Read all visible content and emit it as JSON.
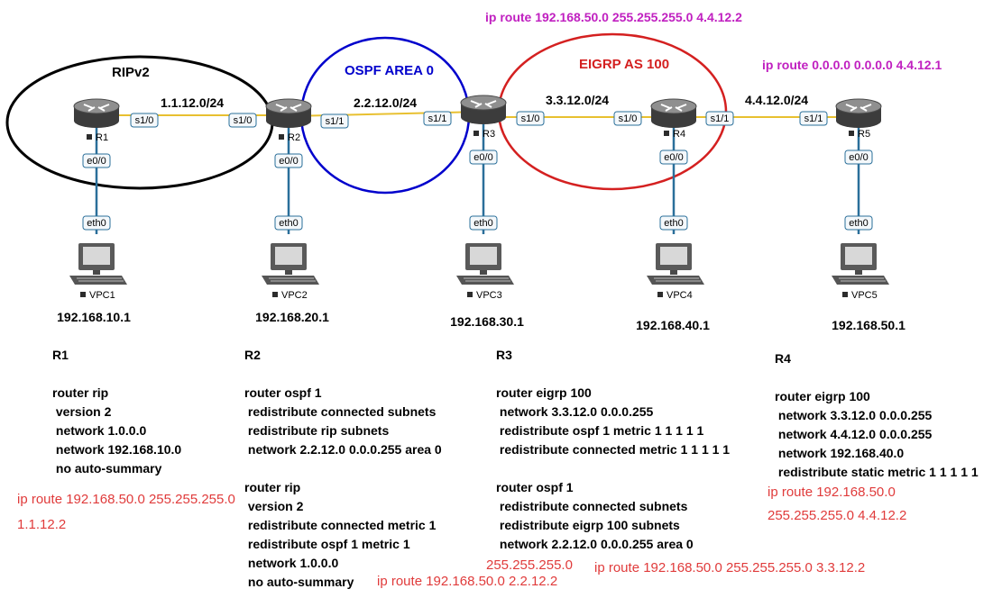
{
  "areas": {
    "rip": {
      "label": "RIPv2",
      "color": "#000000"
    },
    "ospf": {
      "label": "OSPF AREA 0",
      "color": "#0000cc"
    },
    "eigrp": {
      "label": "EIGRP AS 100",
      "color": "#d42020"
    }
  },
  "links": [
    {
      "subnet": "1.1.12.0/24",
      "if_a": "s1/0",
      "if_b": "s1/0"
    },
    {
      "subnet": "2.2.12.0/24",
      "if_a": "s1/1",
      "if_b": "s1/1"
    },
    {
      "subnet": "3.3.12.0/24",
      "if_a": "s1/0",
      "if_b": "s1/0"
    },
    {
      "subnet": "4.4.12.0/24",
      "if_a": "s1/1",
      "if_b": "s1/1"
    }
  ],
  "routers": [
    {
      "name": "R1",
      "eth": "e0/0",
      "pc": "VPC1",
      "pc_eth": "eth0",
      "ip": "192.168.10.1"
    },
    {
      "name": "R2",
      "eth": "e0/0",
      "pc": "VPC2",
      "pc_eth": "eth0",
      "ip": "192.168.20.1"
    },
    {
      "name": "R3",
      "eth": "e0/0",
      "pc": "VPC3",
      "pc_eth": "eth0",
      "ip": "192.168.30.1"
    },
    {
      "name": "R4",
      "eth": "e0/0",
      "pc": "VPC4",
      "pc_eth": "eth0",
      "ip": "192.168.40.1"
    },
    {
      "name": "R5",
      "eth": "e0/0",
      "pc": "VPC5",
      "pc_eth": "eth0",
      "ip": "192.168.50.1"
    }
  ],
  "static_routes_top": {
    "r5_route": "ip route 192.168.50.0 255.255.255.0 4.4.12.2",
    "r5_default": "ip route 0.0.0.0 0.0.0.0 4.4.12.1",
    "color": "#c020c0"
  },
  "configs": {
    "r1": {
      "title": "R1",
      "lines": [
        "",
        "router rip",
        " version 2",
        " network 1.0.0.0",
        " network 192.168.10.0",
        " no auto-summary"
      ]
    },
    "r2": {
      "title": "R2",
      "lines": [
        "",
        "router ospf 1",
        " redistribute connected subnets",
        " redistribute rip subnets",
        " network 2.2.12.0 0.0.0.255 area 0",
        "",
        "router rip",
        " version 2",
        " redistribute connected metric 1",
        " redistribute ospf 1 metric 1",
        " network 1.0.0.0",
        " no auto-summary"
      ]
    },
    "r3": {
      "title": "R3",
      "lines": [
        "",
        "router eigrp 100",
        " network 3.3.12.0 0.0.0.255",
        " redistribute ospf 1 metric 1 1 1 1 1",
        " redistribute connected metric 1 1 1 1 1",
        "",
        "router ospf 1",
        " redistribute connected subnets",
        " redistribute eigrp 100 subnets",
        " network 2.2.12.0 0.0.0.255 area 0"
      ]
    },
    "r4": {
      "title": "R4",
      "lines": [
        "",
        "router eigrp 100",
        " network 3.3.12.0 0.0.0.255",
        " network 4.4.12.0 0.0.0.255",
        " network 192.168.40.0",
        " redistribute static metric 1 1 1 1 1"
      ]
    }
  },
  "handwritten_notes": {
    "r1_line1": "ip route 192.168.50.0 255.255.255.0",
    "r1_line2": "1.1.12.2",
    "r2": "ip route 192.168.50.0 2.2.12.2",
    "r3_frag": "255.255.255.0",
    "r3": "ip route 192.168.50.0 255.255.255.0 3.3.12.2",
    "r4_line1": "ip route 192.168.50.0",
    "r4_line2": "255.255.255.0 4.4.12.2"
  }
}
